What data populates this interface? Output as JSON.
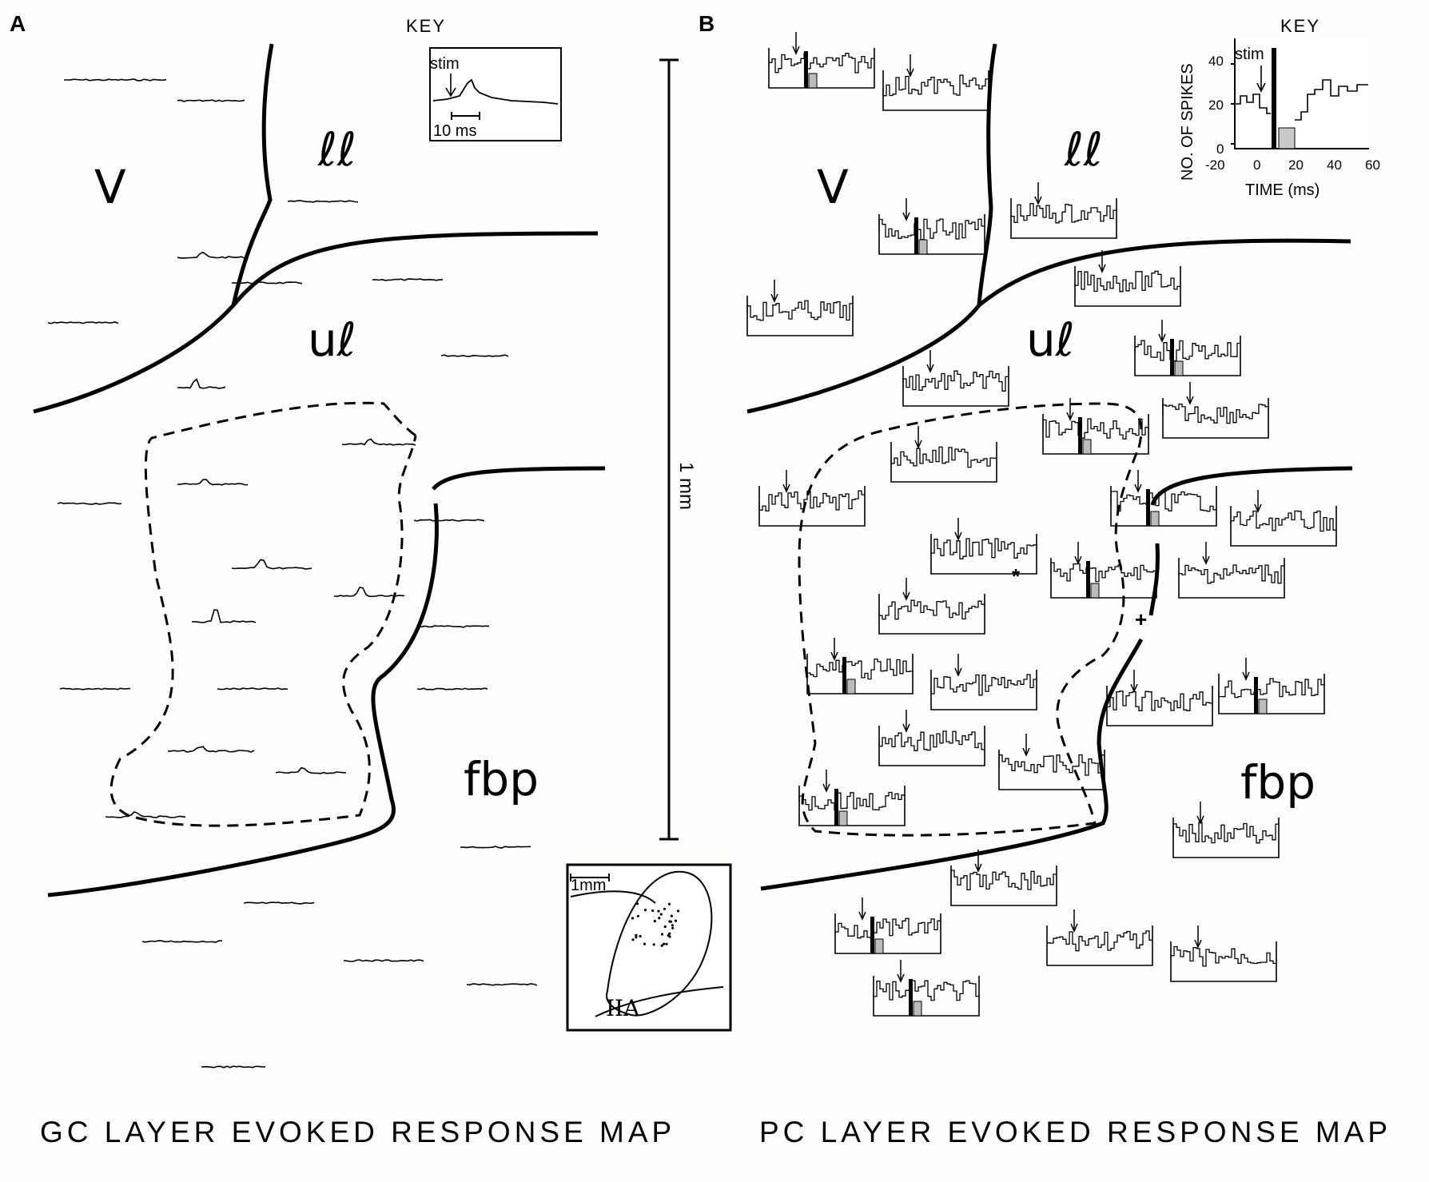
{
  "panel_a": {
    "label": "A",
    "caption": "GC LAYER EVOKED RESPONSE MAP",
    "regions": {
      "v": "V",
      "ll": "ℓℓ",
      "ul": "uℓ",
      "fbp": "fbp"
    },
    "key": {
      "title": "KEY",
      "stim_label": "stim",
      "timebar_label": "10 ms"
    }
  },
  "panel_b": {
    "label": "B",
    "caption": "PC LAYER EVOKED RESPONSE MAP",
    "regions": {
      "v": "V",
      "ll": "ℓℓ",
      "ul": "uℓ",
      "fbp": "fbp"
    },
    "key": {
      "title": "KEY",
      "stim_label": "stim",
      "y_axis_label": "NO. OF SPIKES",
      "x_axis_label": "TIME (ms)",
      "y_ticks": [
        "0",
        "20",
        "40"
      ],
      "x_ticks": [
        "-20",
        "0",
        "20",
        "40",
        "60"
      ]
    },
    "markers": {
      "asterisk": "*",
      "plus": "+"
    }
  },
  "scale_bar": {
    "label": "1 mm"
  },
  "inset": {
    "scale_label": "1mm",
    "lobule_label": "IIA"
  }
}
